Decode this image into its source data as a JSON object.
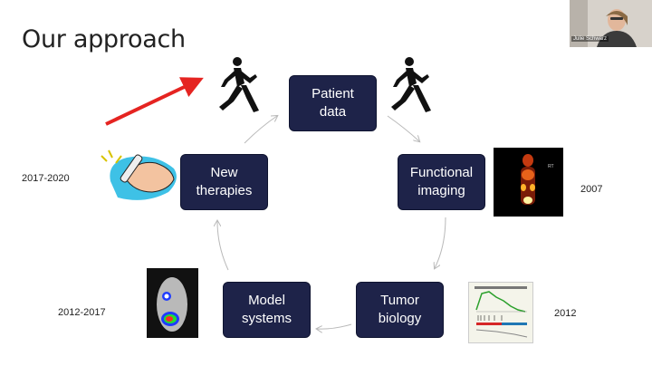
{
  "slide": {
    "title": "Our approach",
    "boxes": {
      "patient_data": "Patient\ndata",
      "functional_imaging": "Functional\nimaging",
      "tumor_biology": "Tumor\nbiology",
      "model_systems": "Model\nsystems",
      "new_therapies": "New\ntherapies"
    },
    "years": {
      "therapies": "2017-2020",
      "imaging": "2007",
      "model_systems": "2012-2017",
      "tumor_biology": "2012"
    },
    "colors": {
      "box_fill": "#1e2349",
      "arrow_red": "#e52421"
    }
  },
  "video": {
    "participant_name": "Julie Schwarz"
  }
}
